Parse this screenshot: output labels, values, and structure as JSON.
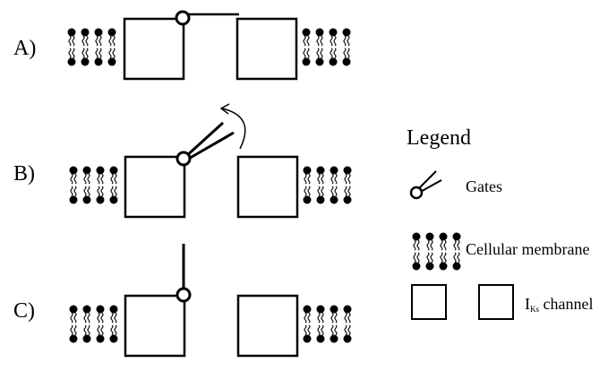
{
  "rows": [
    {
      "label": "A)",
      "state": "closed"
    },
    {
      "label": "B)",
      "state": "opening"
    },
    {
      "label": "C)",
      "state": "open"
    }
  ],
  "legend": {
    "title": "Legend",
    "gates": "Gates",
    "membrane": "Cellular membrane",
    "channel_main": "I",
    "channel_sub": "Ks",
    "channel_rest": " channel"
  },
  "colors": {
    "ink": "#000000",
    "background": "#ffffff"
  }
}
